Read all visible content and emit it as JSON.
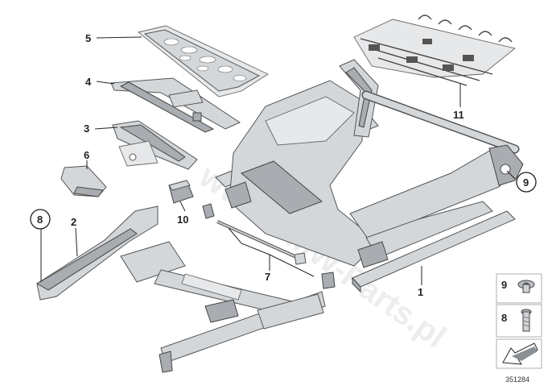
{
  "callouts": {
    "c1": "1",
    "c2": "2",
    "c3": "3",
    "c4": "4",
    "c5": "5",
    "c6": "6",
    "c7": "7",
    "c8": "8",
    "c9": "9",
    "c10": "10",
    "c11": "11"
  },
  "legend": {
    "item9": "9",
    "item8": "8"
  },
  "watermark": "www.BMW-Parts.pl",
  "reference_number": "351284",
  "colors": {
    "part": "#d4d7da",
    "part_dark": "#a9adb1",
    "line": "#222222"
  }
}
